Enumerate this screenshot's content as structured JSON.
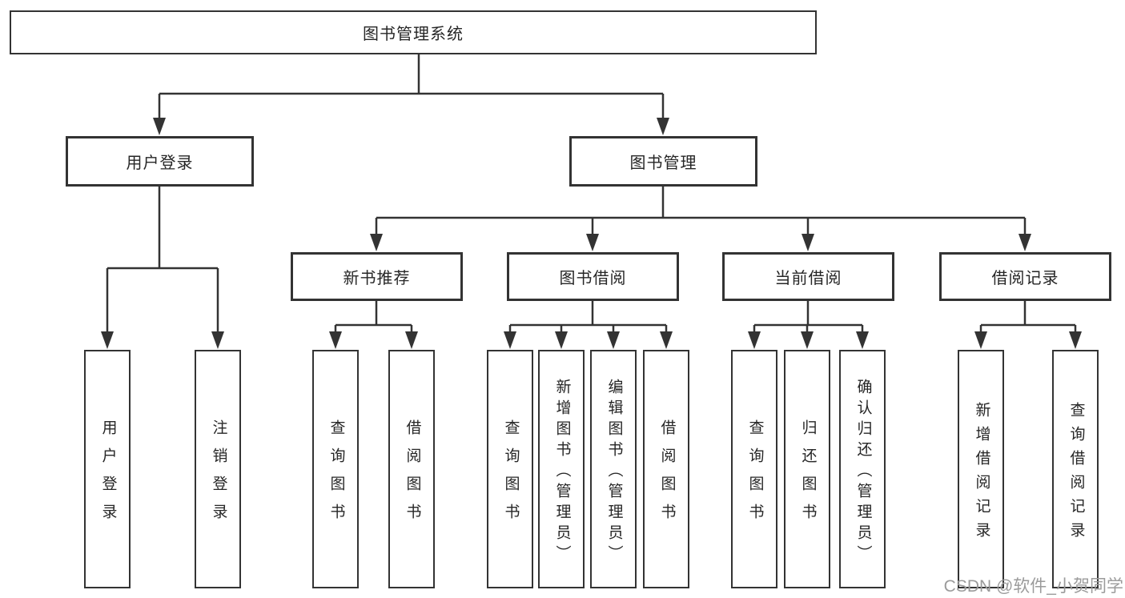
{
  "title": {
    "label": "图书管理系统"
  },
  "level2": {
    "user_login": {
      "label": "用户登录"
    },
    "book_mgmt": {
      "label": "图书管理"
    }
  },
  "level3": {
    "new_book": {
      "label": "新书推荐"
    },
    "borrow": {
      "label": "图书借阅"
    },
    "current": {
      "label": "当前借阅"
    },
    "records": {
      "label": "借阅记录"
    }
  },
  "leaves": {
    "user_login": {
      "label": "用户登录"
    },
    "logout": {
      "label": "注销登录"
    },
    "nb_query": {
      "label": "查询图书"
    },
    "nb_borrow": {
      "label": "借阅图书"
    },
    "bb_query": {
      "label": "查询图书"
    },
    "bb_add": {
      "label": "新增图书（管理员）"
    },
    "bb_edit": {
      "label": "编辑图书（管理员）"
    },
    "bb_borrow": {
      "label": "借阅图书"
    },
    "cb_query": {
      "label": "查询图书"
    },
    "cb_return": {
      "label": "归还图书"
    },
    "cb_confirm": {
      "label": "确认归还（管理员）"
    },
    "br_add": {
      "label": "新增借阅记录"
    },
    "br_query": {
      "label": "查询借阅记录"
    }
  },
  "watermark": {
    "text": "CSDN @软件_小贺同学"
  },
  "colors": {
    "line": "#333333",
    "text": "#262626",
    "watermark": "#9b9b9b",
    "background": "#ffffff"
  }
}
